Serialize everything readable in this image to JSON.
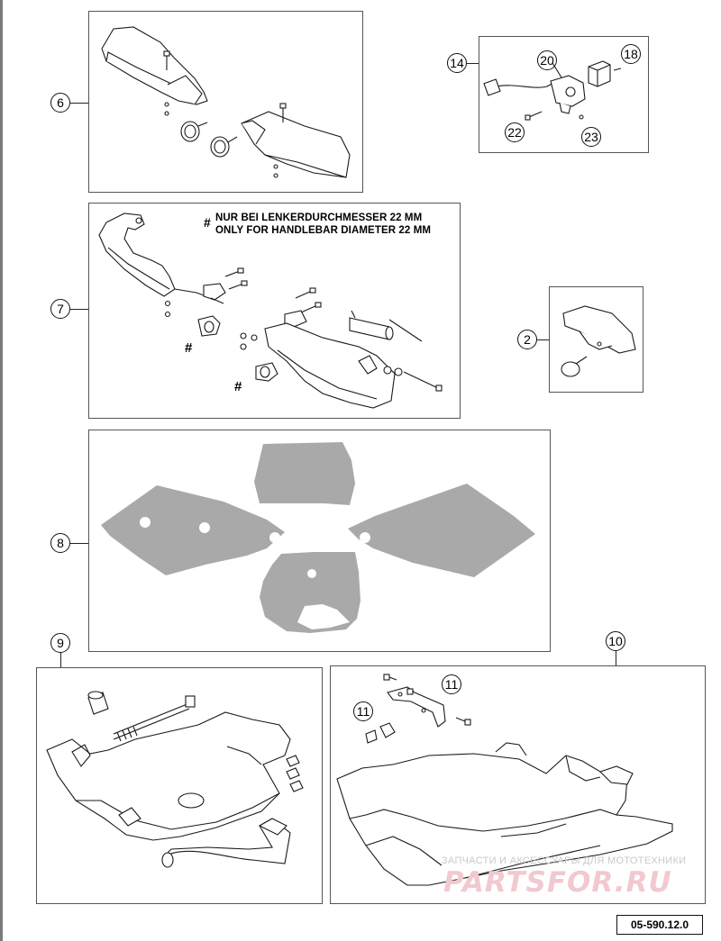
{
  "callouts": {
    "c6": "6",
    "c7": "7",
    "c8": "8",
    "c9": "9",
    "c10": "10",
    "c14": "14",
    "c20": "20",
    "c18": "18",
    "c22": "22",
    "c23": "23",
    "c2": "2",
    "c11a": "11",
    "c11b": "11"
  },
  "note": {
    "symbol": "#",
    "line1": "NUR BEI LENKERDURCHMESSER 22 MM",
    "line2": "ONLY FOR HANDLEBAR DIAMETER 22 MM"
  },
  "markers": {
    "hash": "#"
  },
  "watermark": {
    "text": "ЗАПЧАСТИ И АКСЕССУАРЫ ДЛЯ МОТОТЕХНИКИ",
    "logo": "PARTSFOR.RU"
  },
  "doc_number": "05-590.12.0",
  "colors": {
    "decal_fill": "#a9a9a9",
    "line": "#1a1a1a",
    "box_border": "#555555"
  }
}
